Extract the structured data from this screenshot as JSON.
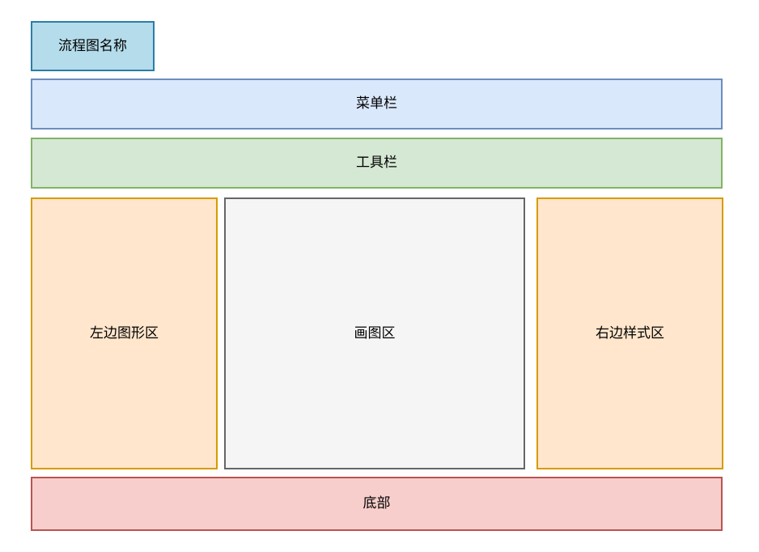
{
  "diagram": {
    "title_box": {
      "label": "流程图名称",
      "fill": "#b5dcea",
      "stroke": "#2c7da8"
    },
    "menu_bar": {
      "label": "菜单栏",
      "fill": "#dae8fc",
      "stroke": "#6c8ebf"
    },
    "toolbar": {
      "label": "工具栏",
      "fill": "#d5e8d4",
      "stroke": "#82b366"
    },
    "left_panel": {
      "label": "左边图形区",
      "fill": "#ffe6cc",
      "stroke": "#d79b00"
    },
    "canvas_area": {
      "label": "画图区",
      "fill": "#f5f5f5",
      "stroke": "#666666"
    },
    "right_panel": {
      "label": "右边样式区",
      "fill": "#ffe6cc",
      "stroke": "#d79b00"
    },
    "bottom_bar": {
      "label": "底部",
      "fill": "#f8cecc",
      "stroke": "#b85450"
    }
  },
  "page": {
    "background": "#ffffff",
    "text_color": "#000000"
  }
}
